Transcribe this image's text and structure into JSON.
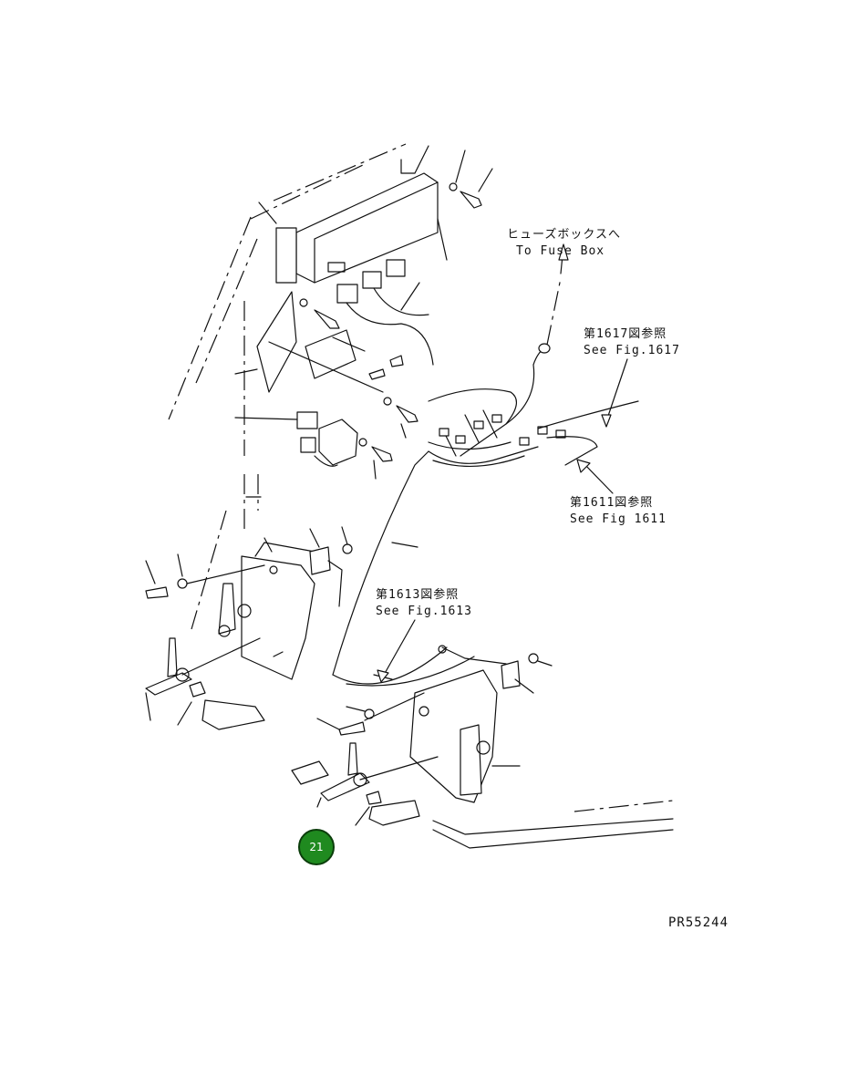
{
  "labels": {
    "fuse_box_jp": "ヒューズボックスへ",
    "fuse_box_en": "To Fuse Box",
    "ref1617_jp": "第1617図参照",
    "ref1617_en": "See Fig.1617",
    "ref1611_jp": "第1611図参照",
    "ref1611_en": "See Fig 1611",
    "ref1613_jp": "第1613図参照",
    "ref1613_en": "See Fig.1613"
  },
  "badge": {
    "value": "21",
    "color": "#1f8a1f"
  },
  "figure_code": "PR55244"
}
